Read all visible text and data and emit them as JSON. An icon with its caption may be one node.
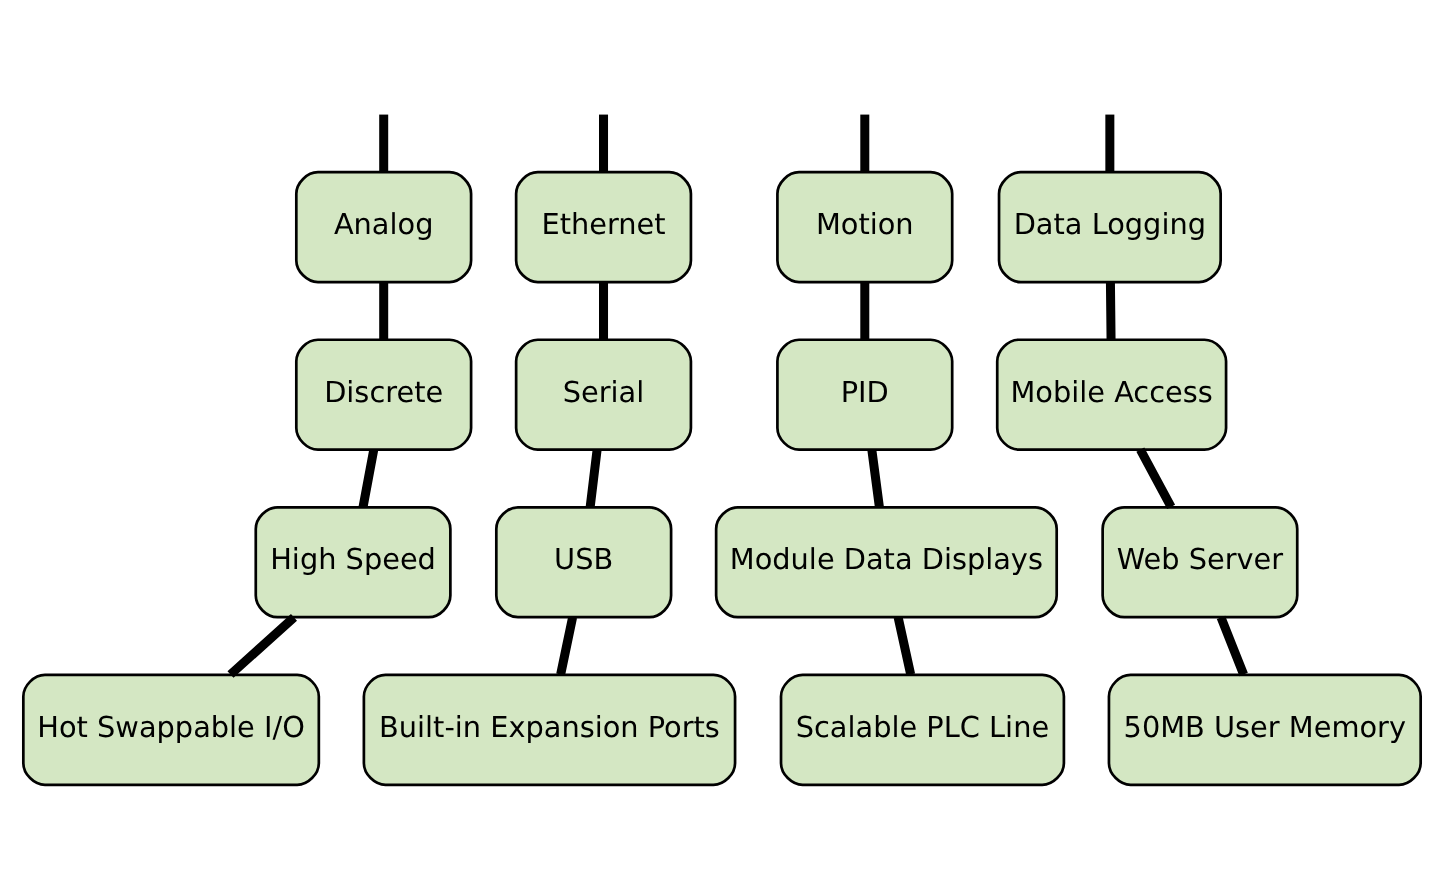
{
  "diagram": {
    "nodes": [
      {
        "text": [
          "Analog"
        ]
      },
      {
        "text": [
          "Ethernet"
        ]
      },
      {
        "text": [
          "Motion"
        ]
      },
      {
        "text": [
          "Data Logging"
        ]
      },
      {
        "text": [
          "Discrete"
        ]
      },
      {
        "text": [
          "Serial"
        ]
      },
      {
        "text": [
          "PID"
        ]
      },
      {
        "text": [
          "Mobile Access"
        ]
      },
      {
        "text": [
          "High Speed"
        ]
      },
      {
        "text": [
          "USB"
        ]
      },
      {
        "text": [
          "Module Data Displays"
        ]
      },
      {
        "text": [
          "Web Server"
        ]
      },
      {
        "text": [
          "Hot Swappable I/O"
        ]
      },
      {
        "text": [
          "Built-in Expansion Ports"
        ]
      },
      {
        "text": [
          "Scalable PLC Line"
        ]
      },
      {
        "text": [
          "50MB User Memory"
        ]
      }
    ],
    "edges": [
      {
        "from": null,
        "to": 0,
        "arrow": "none"
      },
      {
        "from": null,
        "to": 1,
        "arrow": "none"
      },
      {
        "from": null,
        "to": 2,
        "arrow": "none"
      },
      {
        "from": null,
        "to": 3,
        "arrow": "none"
      },
      {
        "from": 0,
        "to": 4,
        "arrow": "none"
      },
      {
        "from": 1,
        "to": 5,
        "arrow": "none"
      },
      {
        "from": 2,
        "to": 6,
        "arrow": "none"
      },
      {
        "from": 3,
        "to": 7,
        "arrow": "none"
      },
      {
        "from": 4,
        "to": 8,
        "arrow": "none"
      },
      {
        "from": 5,
        "to": 9,
        "arrow": "none"
      },
      {
        "from": 6,
        "to": 10,
        "arrow": "none"
      },
      {
        "from": 7,
        "to": 11,
        "arrow": "none"
      },
      {
        "from": 8,
        "to": 12,
        "arrow": "none"
      },
      {
        "from": 9,
        "to": 13,
        "arrow": "none"
      },
      {
        "from": 10,
        "to": 14,
        "arrow": "none"
      },
      {
        "from": 11,
        "to": 15,
        "arrow": "none"
      }
    ]
  }
}
